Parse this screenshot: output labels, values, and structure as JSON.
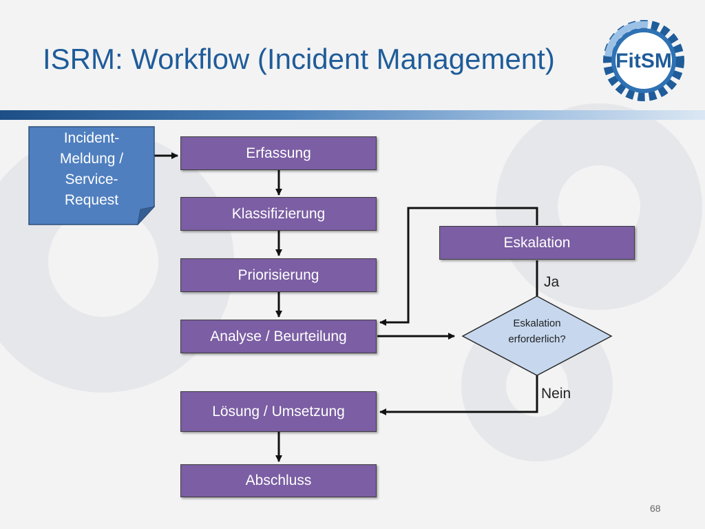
{
  "slide": {
    "title": "ISRM: Workflow (Incident Management)",
    "page_number": "68",
    "logo_text": "FitSM"
  },
  "diagram": {
    "input_note": [
      "Incident-",
      "Meldung /",
      "Service-",
      "Request"
    ],
    "steps": {
      "erfassung": "Erfassung",
      "klassifizierung": "Klassifizierung",
      "priorisierung": "Priorisierung",
      "analyse": "Analyse / Beurteilung",
      "loesung": "Lösung / Umsetzung",
      "abschluss": "Abschluss",
      "eskalation": "Eskalation"
    },
    "decision": [
      "Eskalation",
      "erforderlich?"
    ],
    "labels": {
      "yes": "Ja",
      "no": "Nein"
    },
    "colors": {
      "step_fill": "#7b5ea3",
      "note_fill": "#4f7fbf",
      "decision_fill": "#c6d7ee",
      "title": "#1f5c99"
    }
  }
}
